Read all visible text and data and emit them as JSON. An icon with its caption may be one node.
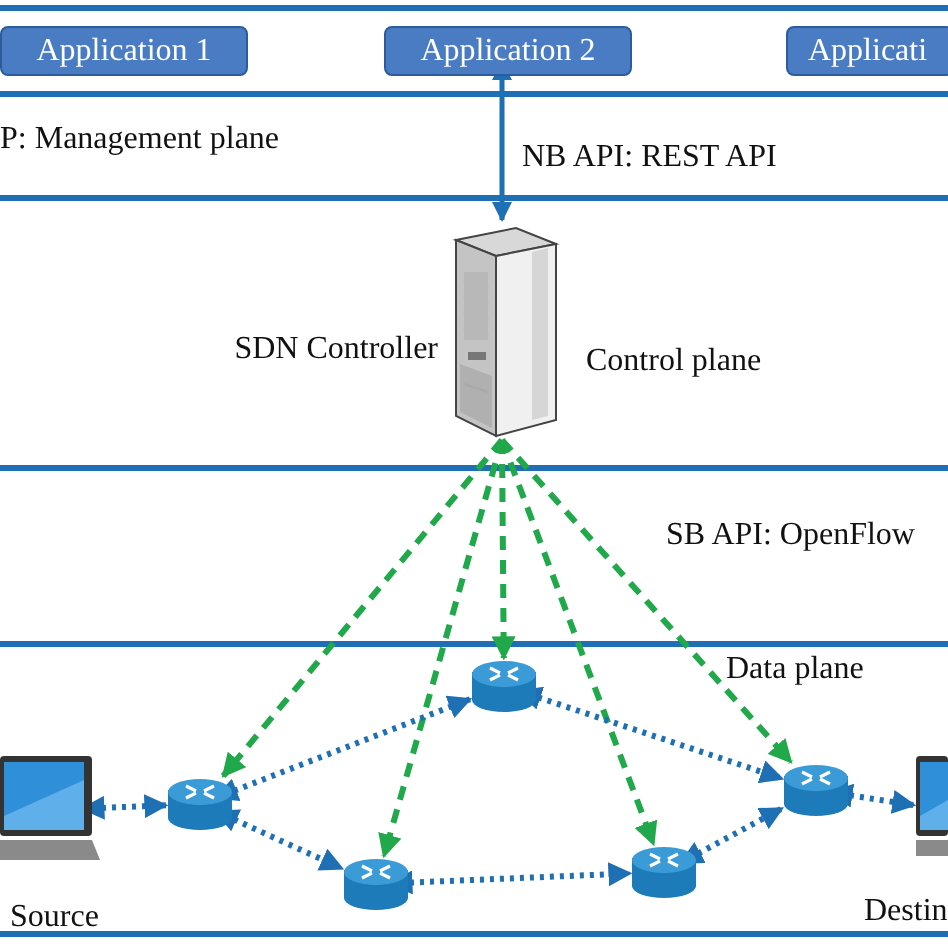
{
  "diagram": {
    "nodes": [
      {
        "text": [
          "Application 1"
        ]
      },
      {
        "text": [
          "Application 2"
        ]
      },
      {
        "text": [
          "Applicati"
        ]
      },
      {
        "text": [],
        "shape": "picture",
        "beside": [
          "SDN Controller"
        ]
      },
      {
        "text": [],
        "shape": "picture",
        "beside": [
          "Source"
        ]
      },
      {
        "text": [],
        "shape": "cylinder"
      },
      {
        "text": [],
        "shape": "cylinder"
      },
      {
        "text": [],
        "shape": "cylinder"
      },
      {
        "text": [],
        "shape": "cylinder"
      },
      {
        "text": [],
        "shape": "cylinder"
      },
      {
        "text": [],
        "shape": "picture",
        "beside": [
          "Destin"
        ]
      }
    ],
    "edges": [
      {
        "from": 1,
        "to": 3,
        "arrow": "both",
        "label": "NB API: REST API"
      },
      {
        "from": 3,
        "to": 5,
        "arrow": "to",
        "style": "dashed",
        "color": "#20a84a"
      },
      {
        "from": 3,
        "to": 7,
        "arrow": "to",
        "style": "dashed",
        "color": "#20a84a"
      },
      {
        "from": 3,
        "to": 6,
        "arrow": "to",
        "style": "dashed",
        "color": "#20a84a"
      },
      {
        "from": 3,
        "to": 8,
        "arrow": "to",
        "style": "dashed",
        "color": "#20a84a"
      },
      {
        "from": 3,
        "to": 9,
        "arrow": "to",
        "style": "dashed",
        "color": "#20a84a"
      },
      {
        "from": 4,
        "to": 5,
        "arrow": "both",
        "style": "dashed"
      },
      {
        "from": 5,
        "to": 6,
        "arrow": "both",
        "style": "dashed"
      },
      {
        "from": 5,
        "to": 7,
        "arrow": "both",
        "style": "dashed"
      },
      {
        "from": 7,
        "to": 8,
        "arrow": "both",
        "style": "dashed"
      },
      {
        "from": 8,
        "to": 9,
        "arrow": "both",
        "style": "dashed"
      },
      {
        "from": 6,
        "to": 9,
        "arrow": "both",
        "style": "dashed"
      },
      {
        "from": 9,
        "to": 10,
        "arrow": "both",
        "style": "dashed"
      }
    ],
    "labels": [
      "P: Management plane",
      "Control plane",
      "SB API: OpenFlow",
      "Data plane"
    ]
  }
}
